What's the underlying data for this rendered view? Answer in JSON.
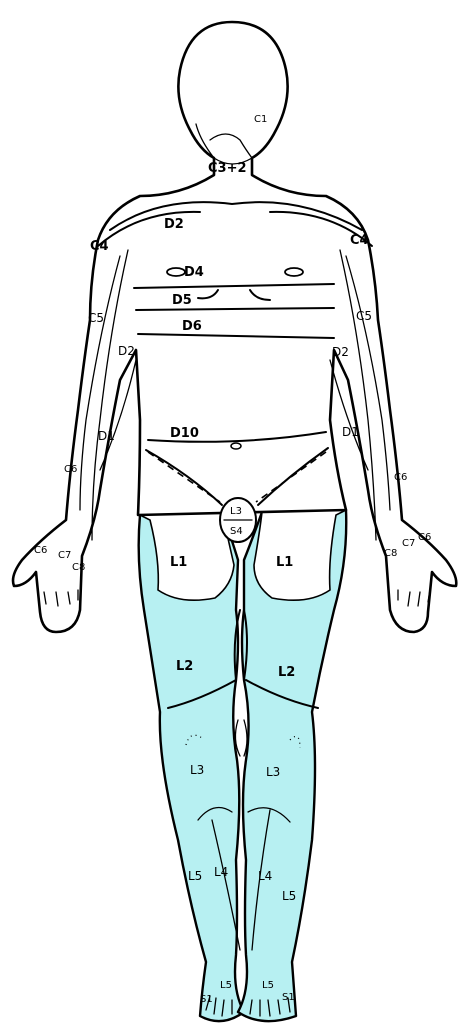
{
  "colors": {
    "lumbar_fill": "#b7f0f2",
    "outline": "#000000",
    "background": "#ffffff"
  },
  "labels": {
    "c1": "C1",
    "c3_2": "C3+2",
    "d2_chest": "D2",
    "c4_right": "C4",
    "c4_left": "C4",
    "d4": "D4",
    "d5": "D5",
    "d6": "D6",
    "c5_right": "C5",
    "c5_left": "C5",
    "d2_arm_right": "D2",
    "d2_arm_left": "D2",
    "d10": "D10",
    "d1_right": "D1",
    "d1_left": "D1",
    "c6_forearm_right": "C6",
    "c6_forearm_left": "C6",
    "l3_groin": "L3",
    "s4": "S4",
    "c6_hand_right": "C6",
    "c7_hand_right": "C7",
    "c8_hand_right": "C8",
    "c6_hand_left": "C6",
    "c7_hand_left": "C7",
    "c8_hand_left": "C8",
    "l1_right": "L1",
    "l1_left": "L1",
    "l2_right": "L2",
    "l2_left": "L2",
    "l3_right": "L3",
    "l3_left": "L3",
    "l5_right": "L5",
    "l4_right": "L4",
    "l4_left": "L4",
    "l5_left": "L5",
    "l5_foot_right": "L5",
    "l5_foot_left": "L5",
    "s1_right": "S1",
    "s1_left": "S1"
  }
}
